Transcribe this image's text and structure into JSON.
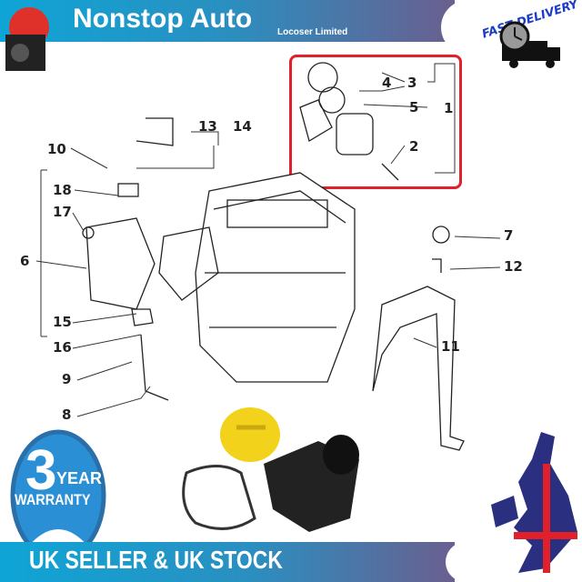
{
  "header": {
    "brand": "Nonstop Auto",
    "subtitle": "Locoser Limited"
  },
  "badges": {
    "fast_delivery": "FAST DELIVERY",
    "warranty_number": "3",
    "warranty_year": "YEAR",
    "warranty_label": "WARRANTY"
  },
  "footer": {
    "text": "UK SELLER  & UK STOCK"
  },
  "diagram": {
    "callouts": [
      "1",
      "2",
      "3",
      "4",
      "5",
      "6",
      "7",
      "8",
      "9",
      "10",
      "11",
      "12",
      "13",
      "14",
      "15",
      "16",
      "17",
      "18"
    ]
  },
  "colors": {
    "banner": "#0ea5d6",
    "highlight_box": "#e0202a",
    "cap": "#f2d21b",
    "housing": "#222222"
  }
}
